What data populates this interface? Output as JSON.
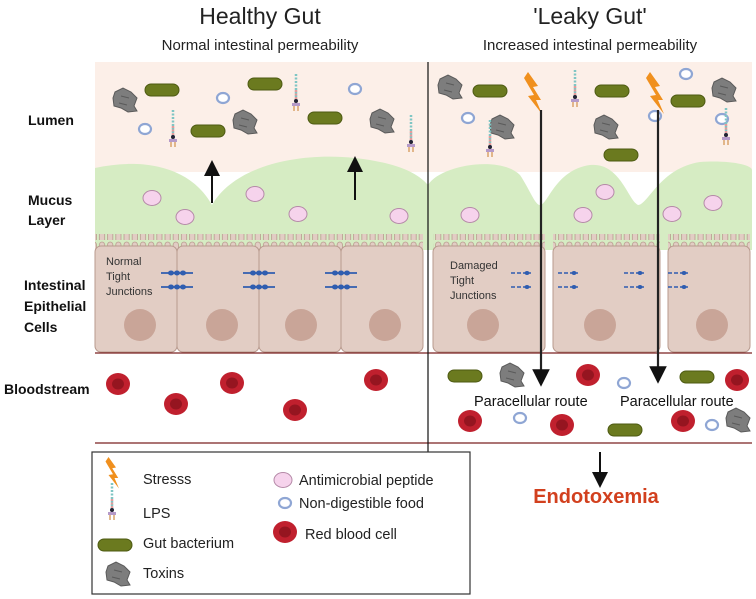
{
  "healthy": {
    "title": "Healthy Gut",
    "subtitle": "Normal intestinal permeability",
    "junction_label": [
      "Normal",
      "Tight",
      "Junctions"
    ]
  },
  "leaky": {
    "title": "'Leaky Gut'",
    "subtitle": "Increased intestinal permeability",
    "junction_label": [
      "Damaged",
      "Tight",
      "Junctions"
    ],
    "route_label": "Paracellular route"
  },
  "side_labels": {
    "lumen": "Lumen",
    "mucus": [
      "Mucus",
      "Layer"
    ],
    "epithelial": [
      "Intestinal",
      "Epithelial",
      "Cells"
    ],
    "bloodstream": "Bloodstream"
  },
  "legend": {
    "stress": "Stresss",
    "lps": "LPS",
    "bacterium": "Gut bacterium",
    "toxins": "Toxins",
    "peptide": "Antimicrobial peptide",
    "food": "Non-digestible food",
    "rbc": "Red blood cell"
  },
  "outcome": "Endotoxemia",
  "colors": {
    "lumen": "#fcefe8",
    "mucus": "#d6ecc3",
    "cell": "#e2cdc4",
    "nucleus": "#c9a598",
    "bacterium": "#6b7a1f",
    "rbc": "#c0202e",
    "endotoxemia": "#d2401e",
    "stress": "#f0901e"
  }
}
